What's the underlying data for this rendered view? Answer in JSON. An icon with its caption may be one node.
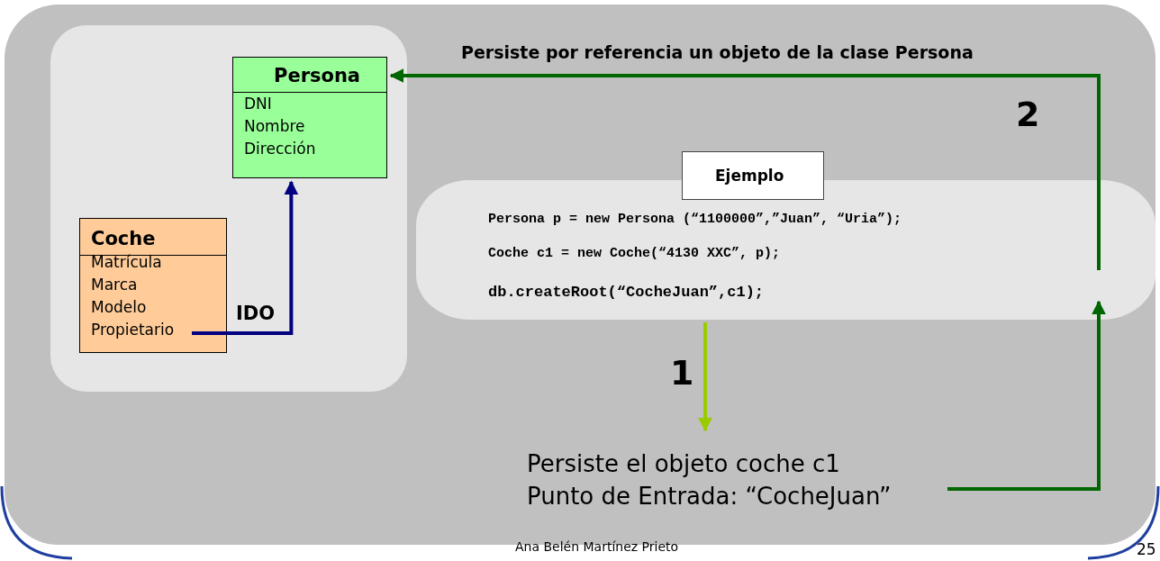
{
  "diagram": {
    "nodes": [
      {
        "text": [],
        "shape": "box"
      },
      {
        "text": [
          "Persona",
          "DNI",
          "Nombre",
          "Dirección"
        ],
        "in": 0
      },
      {
        "text": [
          "Coche",
          "Matrícula",
          "Marca",
          "Modelo",
          "Propietario"
        ],
        "in": 0
      },
      {
        "text": [
          "Ejemplo"
        ]
      },
      {
        "text": [
          "Persona p = new Persona (“1100000”,”Juan”, “Uria”);",
          "Coche c1 = new Coche(“4130 XXC”, p);",
          "db.createRoot(“CocheJuan”,c1);"
        ]
      },
      {
        "text": [
          "Persiste el objeto coche c1",
          "Punto de Entrada: “CocheJuan”"
        ]
      }
    ],
    "edges": [
      {
        "from": 2,
        "to": 1,
        "arrow": "to",
        "label": "IDO",
        "color": "#000080"
      },
      {
        "from": 4,
        "to": 5,
        "arrow": "to",
        "label": "1",
        "color": "#99cc00"
      },
      {
        "from": 5,
        "to": 4,
        "arrow": "to",
        "color": "#006600"
      },
      {
        "from": 4,
        "to": 1,
        "arrow": "to",
        "label": "Persiste por referencia un objeto de la clase Persona",
        "color": "#006600"
      }
    ],
    "labels": [
      "2",
      "Ana Belén Martínez Prieto",
      "25"
    ]
  }
}
